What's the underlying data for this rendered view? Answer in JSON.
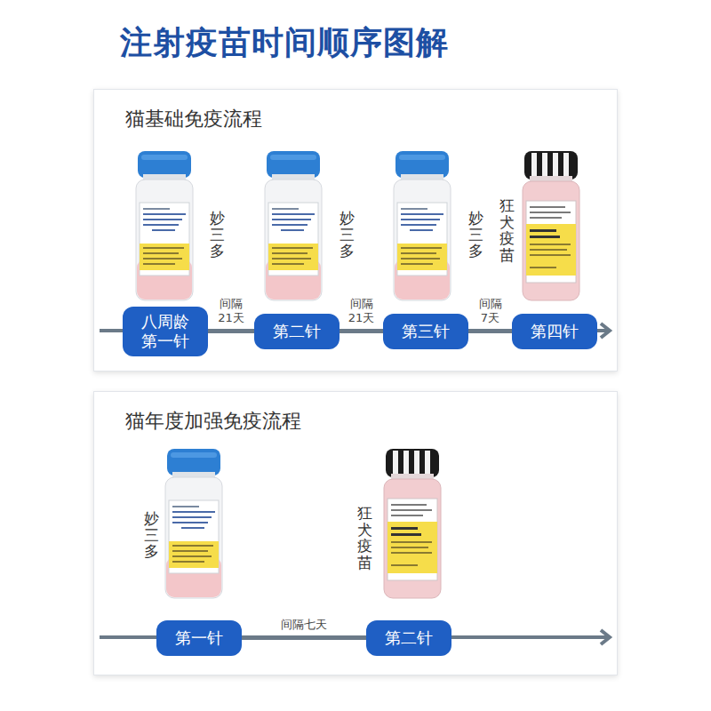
{
  "diagram": {
    "title": "注射疫苗时间顺序图解",
    "nodes": [
      {
        "text": [
          "猫基础免疫流程"
        ]
      },
      {
        "text": [
          "八周龄 第一针"
        ],
        "in": 0
      },
      {
        "text": [
          "第二针"
        ],
        "in": 0
      },
      {
        "text": [
          "第三针"
        ],
        "in": 0
      },
      {
        "text": [
          "第四针"
        ],
        "in": 0
      },
      {
        "text": [
          "猫年度加强免疫流程"
        ]
      },
      {
        "text": [
          "第一针"
        ],
        "in": 5
      },
      {
        "text": [
          "第二针"
        ],
        "in": 5
      }
    ],
    "edges": [
      {
        "from": 1,
        "to": 2,
        "label": "间隔 21天",
        "arrow": "none"
      },
      {
        "from": 2,
        "to": 3,
        "label": "间隔 21天",
        "arrow": "none"
      },
      {
        "from": 3,
        "to": 4,
        "label": "间隔 7天",
        "arrow": "none"
      },
      {
        "from": 6,
        "to": 7,
        "label": "间隔七天",
        "arrow": "none"
      }
    ],
    "labels": [
      "妙三多",
      "妙三多",
      "妙三多",
      "狂犬疫苗",
      "妙三多",
      "狂犬疫苗"
    ]
  }
}
